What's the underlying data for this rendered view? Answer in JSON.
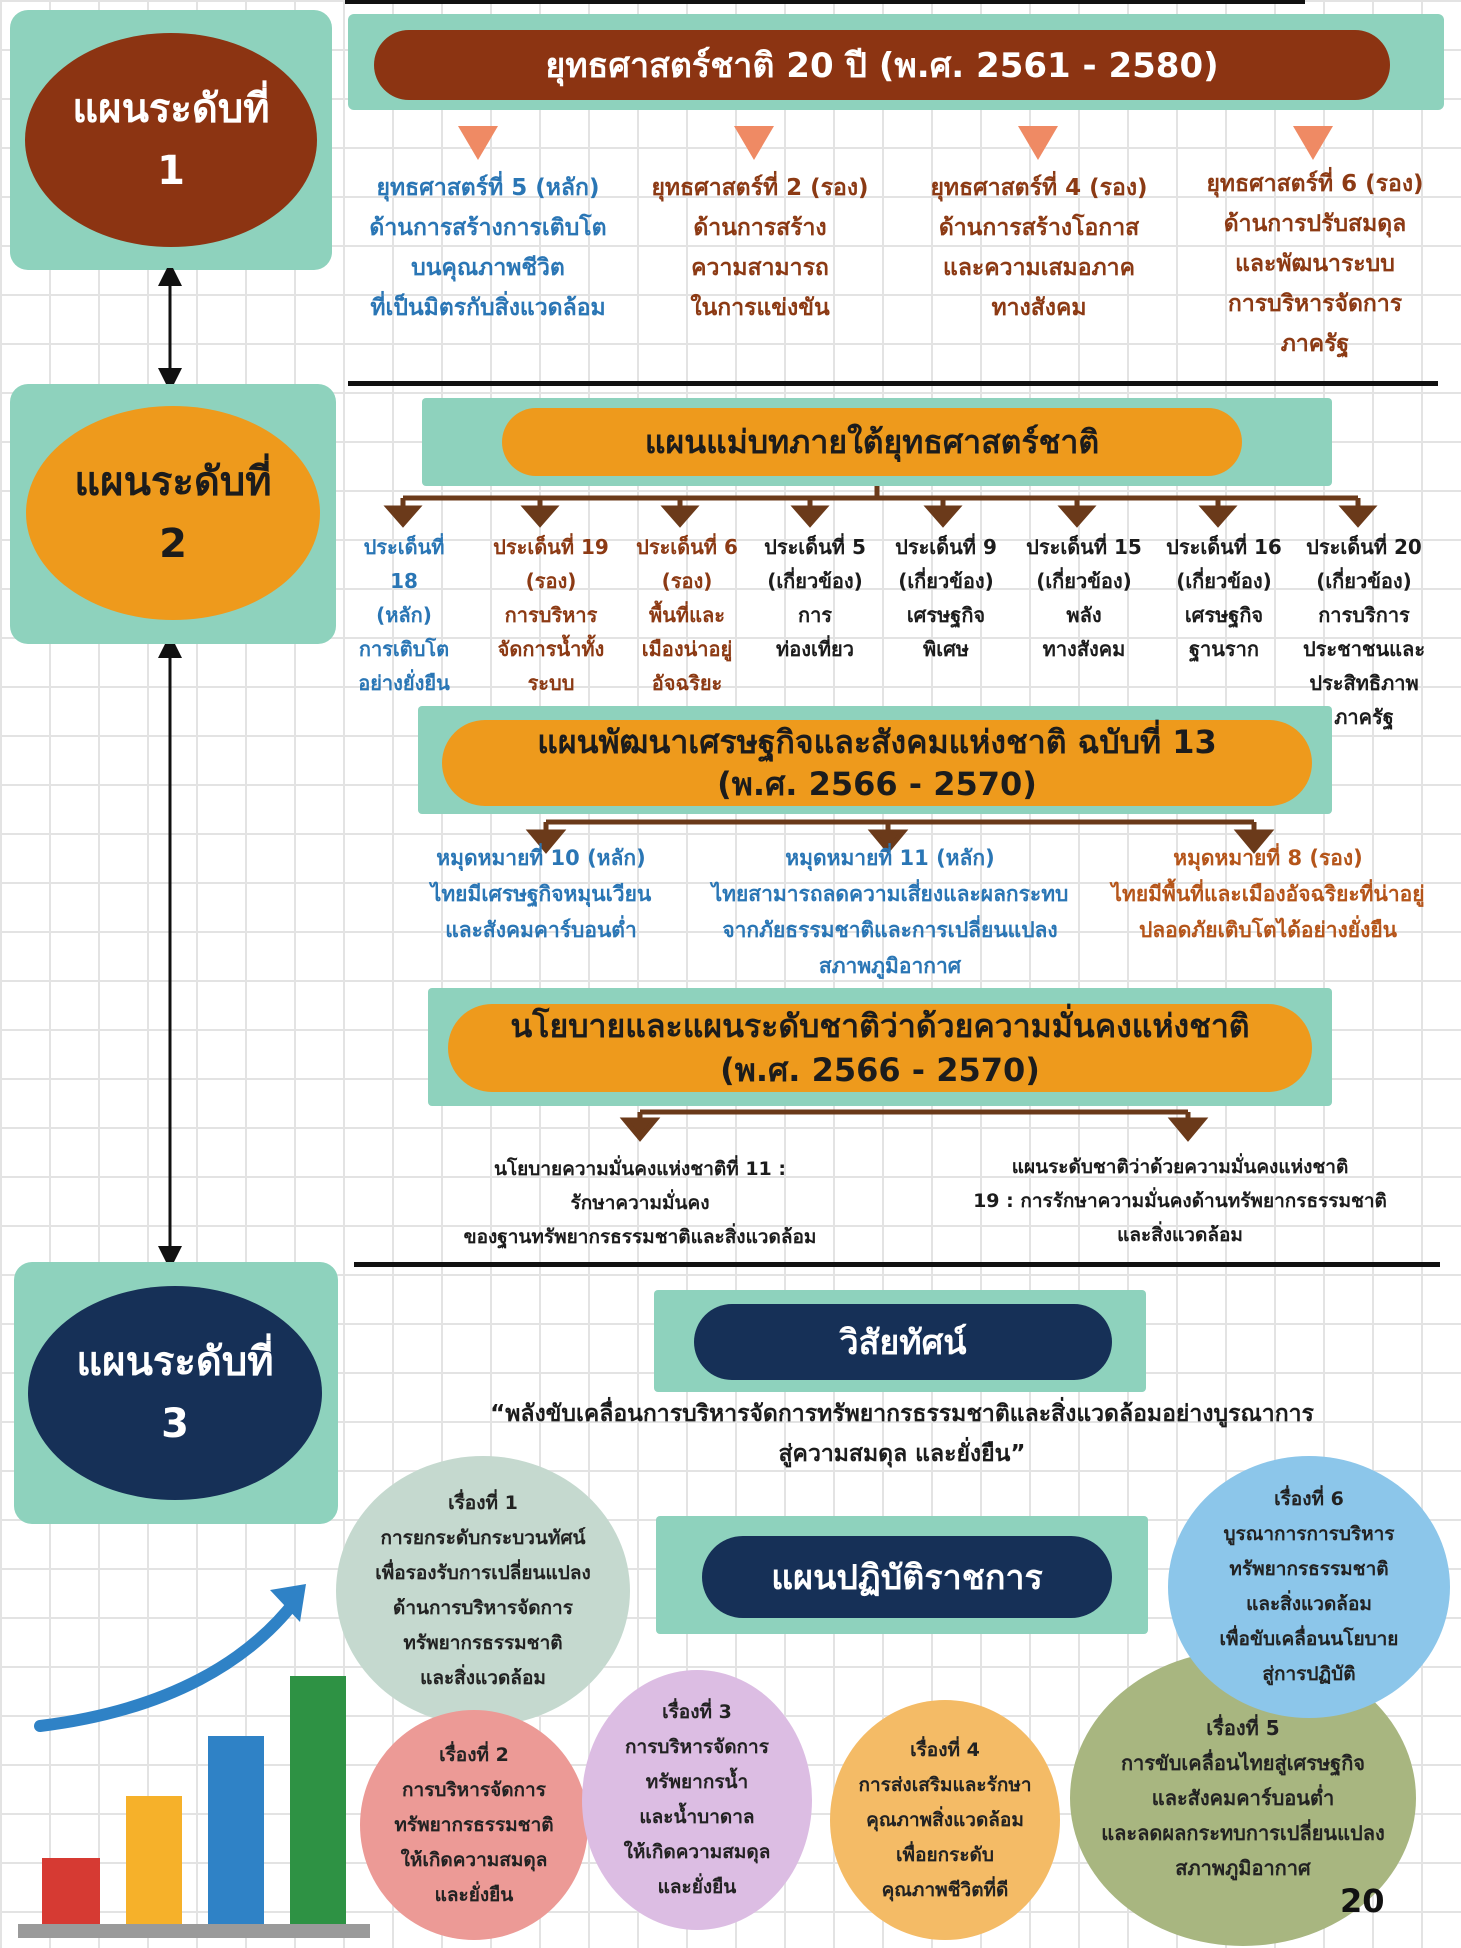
{
  "levels": {
    "l1": {
      "label": "แผนระดับที่",
      "num": "1"
    },
    "l2": {
      "label": "แผนระดับที่",
      "num": "2"
    },
    "l3": {
      "label": "แผนระดับที่",
      "num": "3"
    }
  },
  "plan1": {
    "title": "ยุทธศาสตร์ชาติ 20 ปี (พ.ศ. 2561 - 2580)",
    "strategies": [
      {
        "lines": [
          "ยุทธศาสตร์ที่ 5 (หลัก)",
          "ด้านการสร้างการเติบโต",
          "บนคุณภาพชีวิต",
          "ที่เป็นมิตรกับสิ่งแวดล้อม"
        ]
      },
      {
        "lines": [
          "ยุทธศาสตร์ที่ 2 (รอง)",
          "ด้านการสร้าง",
          "ความสามารถ",
          "ในการแข่งขัน"
        ]
      },
      {
        "lines": [
          "ยุทธศาสตร์ที่ 4 (รอง)",
          "ด้านการสร้างโอกาส",
          "และความเสมอภาค",
          "ทางสังคม"
        ]
      },
      {
        "lines": [
          "ยุทธศาสตร์ที่ 6 (รอง)",
          "ด้านการปรับสมดุล",
          "และพัฒนาระบบ",
          "การบริหารจัดการ",
          "ภาครัฐ"
        ]
      }
    ]
  },
  "plan2": {
    "master_title": "แผนแม่บทภายใต้ยุทธศาสตร์ชาติ",
    "issues": [
      {
        "lines": [
          "ประเด็นที่ 18",
          "(หลัก)",
          "การเติบโต",
          "อย่างยั่งยืน"
        ]
      },
      {
        "lines": [
          "ประเด็นที่ 19",
          "(รอง)",
          "การบริหาร",
          "จัดการน้ำทั้ง",
          "ระบบ"
        ]
      },
      {
        "lines": [
          "ประเด็นที่ 6",
          "(รอง)",
          "พื้นที่และ",
          "เมืองน่าอยู่",
          "อัจฉริยะ"
        ]
      },
      {
        "lines": [
          "ประเด็นที่ 5",
          "(เกี่ยวข้อง)",
          "การ",
          "ท่องเที่ยว"
        ]
      },
      {
        "lines": [
          "ประเด็นที่ 9",
          "(เกี่ยวข้อง)",
          "เศรษฐกิจ",
          "พิเศษ"
        ]
      },
      {
        "lines": [
          "ประเด็นที่ 15",
          "(เกี่ยวข้อง)",
          "พลัง",
          "ทางสังคม"
        ]
      },
      {
        "lines": [
          "ประเด็นที่ 16",
          "(เกี่ยวข้อง)",
          "เศรษฐกิจ",
          "ฐานราก"
        ]
      },
      {
        "lines": [
          "ประเด็นที่ 20",
          "(เกี่ยวข้อง)",
          "การบริการ",
          "ประชาชนและ",
          "ประสิทธิภาพ",
          "ภาครัฐ"
        ]
      }
    ],
    "nesdp_title_1": "แผนพัฒนาเศรษฐกิจและสังคมแห่งชาติ ฉบับที่ 13",
    "nesdp_title_2": "(พ.ศ. 2566 - 2570)",
    "milestones": [
      {
        "lines": [
          "หมุดหมายที่ 10 (หลัก)",
          "ไทยมีเศรษฐกิจหมุนเวียน",
          "และสังคมคาร์บอนต่ำ"
        ]
      },
      {
        "lines": [
          "หมุดหมายที่ 11 (หลัก)",
          "ไทยสามารถลดความเสี่ยงและผลกระทบ",
          "จากภัยธรรมชาติและการเปลี่ยนแปลง",
          "สภาพภูมิอากาศ"
        ]
      },
      {
        "lines": [
          "หมุดหมายที่ 8 (รอง)",
          "ไทยมีพื้นที่และเมืองอัจฉริยะที่น่าอยู่",
          "ปลอดภัยเติบโตได้อย่างยั่งยืน"
        ]
      }
    ],
    "security_title_1": "นโยบายและแผนระดับชาติว่าด้วยความมั่นคงแห่งชาติ",
    "security_title_2": "(พ.ศ. 2566 - 2570)",
    "security_items": [
      {
        "lines": [
          "นโยบายความมั่นคงแห่งชาติที่ 11 :",
          "รักษาความมั่นคง",
          "ของฐานทรัพยากรธรรมชาติและสิ่งแวดล้อม"
        ]
      },
      {
        "lines": [
          "แผนระดับชาติว่าด้วยความมั่นคงแห่งชาติ",
          "19 : การรักษาความมั่นคงด้านทรัพยากรธรรมชาติ",
          "และสิ่งแวดล้อม"
        ]
      }
    ]
  },
  "plan3": {
    "vision_title": "วิสัยทัศน์",
    "vision_text_1": "“พลังขับเคลื่อนการบริหารจัดการทรัพยากรธรรมชาติและสิ่งแวดล้อมอย่างบูรณาการ",
    "vision_text_2": "สู่ความสมดุล และยั่งยืน”",
    "action_title": "แผนปฏิบัติราชการ",
    "topics": [
      {
        "lines": [
          "เรื่องที่ 1",
          "การยกระดับกระบวนทัศน์",
          "เพื่อรองรับการเปลี่ยนแปลง",
          "ด้านการบริหารจัดการ",
          "ทรัพยากรธรรมชาติ",
          "และสิ่งแวดล้อม"
        ]
      },
      {
        "lines": [
          "เรื่องที่ 2",
          "การบริหารจัดการ",
          "ทรัพยากรธรรมชาติ",
          "ให้เกิดความสมดุล",
          "และยั่งยืน"
        ]
      },
      {
        "lines": [
          "เรื่องที่ 3",
          "การบริหารจัดการ",
          "ทรัพยากรน้ำ",
          "และน้ำบาดาล",
          "ให้เกิดความสมดุล",
          "และยั่งยืน"
        ]
      },
      {
        "lines": [
          "เรื่องที่ 4",
          "การส่งเสริมและรักษา",
          "คุณภาพสิ่งแวดล้อม",
          "เพื่อยกระดับ",
          "คุณภาพชีวิตที่ดี"
        ]
      },
      {
        "lines": [
          "เรื่องที่ 5",
          "การขับเคลื่อนไทยสู่เศรษฐกิจ",
          "และสังคมคาร์บอนต่ำ",
          "และลดผลกระทบการเปลี่ยนแปลง",
          "สภาพภูมิอากาศ"
        ]
      },
      {
        "lines": [
          "เรื่องที่ 6",
          "บูรณาการการบริหาร",
          "ทรัพยากรธรรมชาติ",
          "และสิ่งแวดล้อม",
          "เพื่อขับเคลื่อนนโยบาย",
          "สู่การปฏิบัติ"
        ]
      }
    ]
  },
  "page_number": "20",
  "colors": {
    "teal": "#8ed2bd",
    "brown": "#8c3412",
    "orange": "#ee9a1c",
    "navy": "#163057",
    "blue_text": "#2a76b5",
    "brown_text": "#8c3a14"
  }
}
